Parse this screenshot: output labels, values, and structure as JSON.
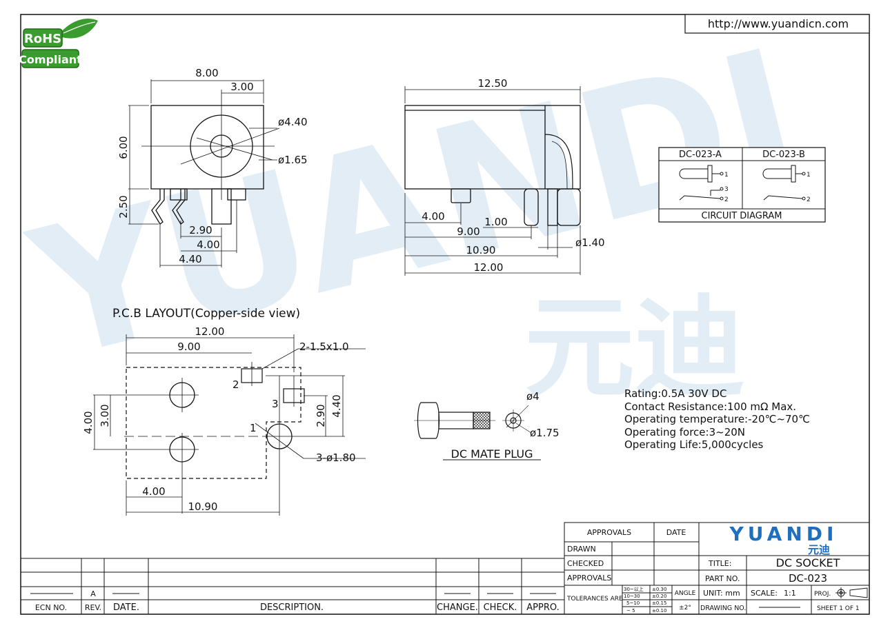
{
  "url": "http://www.yuandicn.com",
  "rohs": {
    "line1": "RoHS",
    "line2": "Compliant"
  },
  "front_view": {
    "dims": [
      "8.00",
      "3.00",
      "6.00",
      "2.50",
      "ø4.40",
      "ø1.65",
      "2.90",
      "4.00",
      "4.40"
    ]
  },
  "side_view": {
    "dims": [
      "12.50",
      "4.00",
      "1.00",
      "9.00",
      "10.90",
      "12.00",
      "ø1.40"
    ]
  },
  "circuit": {
    "col_a": "DC-023-A",
    "col_b": "DC-023-B",
    "pins": [
      "1",
      "3",
      "2",
      "1",
      "2"
    ],
    "caption": "CIRCUIT  DIAGRAM"
  },
  "pcb": {
    "title": "P.C.B  LAYOUT(Copper-side  view)",
    "dims": [
      "12.00",
      "9.00",
      "2-1.5x1.0",
      "4.00",
      "3.00",
      "2.90",
      "4.40",
      "3-ø1.80",
      "4.00",
      "10.90"
    ],
    "pins": [
      "2",
      "3",
      "1"
    ]
  },
  "plug": {
    "dims": [
      "ø4",
      "ø1.75"
    ],
    "label": "DC  MATE  PLUG"
  },
  "specs": [
    "Rating:0.5A  30V  DC",
    "Contact  Resistance:100  mΩ  Max.",
    "Operating  temperature:-20℃~70℃",
    "Operating  force:3~20N",
    "Operating  Life:5,000cycles"
  ],
  "title_block": {
    "approvals_header": "APPROVALS",
    "date_header": "DATE",
    "drawn": "DRAWN",
    "checked": "CHECKED",
    "approvals": "APPROVALS",
    "tolerances": "TOLERANCES  ARE",
    "tol_ranges": [
      "30~以上",
      "10~30",
      "5~10",
      "~ 5"
    ],
    "tol_values": [
      "±0.30",
      "±0.20",
      "±0.15",
      "±0.10"
    ],
    "angle": "ANGLE",
    "angle_value": "±2°",
    "logo_latin": "YUANDI",
    "logo_cn": "元迪",
    "title_label": "TITLE:",
    "title_value": "DC SOCKET",
    "part_label": "PART  NO.",
    "part_value": "DC-023",
    "unit": "UNIT:  mm",
    "scale_label": "SCALE:",
    "scale_value": "1:1",
    "proj": "PROJ.",
    "drawing_no": "DRAWING  NO.",
    "sheet": "SHEET    1   OF  1"
  },
  "revision_block": {
    "ecn": "ECN  NO.",
    "rev": "REV.",
    "date": "DATE.",
    "description": "DESCRIPTION.",
    "change": "CHANGE.",
    "check": "CHECK.",
    "appro": "APPRO.",
    "rev_value": "A"
  },
  "watermark": {
    "latin": "YUANDI",
    "cn": "元迪"
  }
}
